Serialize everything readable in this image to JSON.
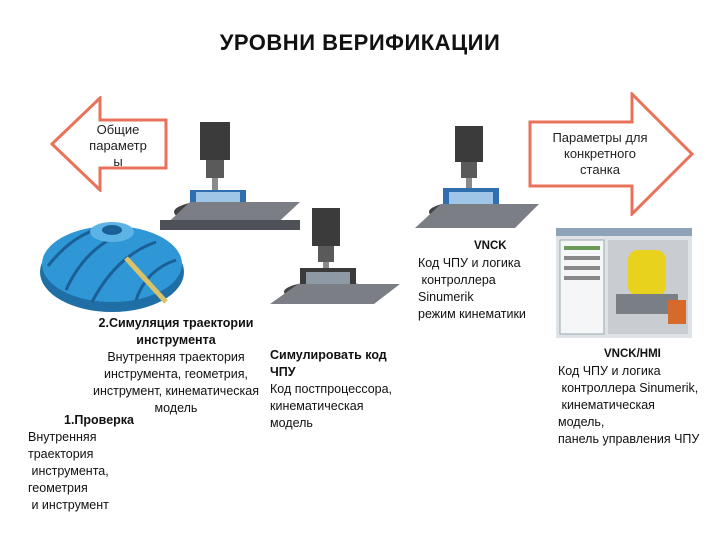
{
  "title": "УРОВНИ ВЕРИФИКАЦИИ",
  "arrows": {
    "left_lines": [
      "Общие",
      "параметр",
      "ы"
    ],
    "right_lines": [
      "Параметры для",
      "конкретного",
      "станка"
    ]
  },
  "level1": {
    "heading": "1.Проверка",
    "lines": [
      "Внутренняя",
      "траектория",
      " инструмента,",
      "геометрия",
      " и инструмент"
    ]
  },
  "level2": {
    "heading_lines": [
      "2.Симуляция траектории",
      "инструмента"
    ],
    "lines": [
      "Внутренняя траектория",
      "инструмента, геометрия,",
      "инструмент, кинематическая",
      "модель"
    ]
  },
  "level3": {
    "heading_lines": [
      "Симулировать код",
      "ЧПУ"
    ],
    "lines": [
      "Код постпроцессора,",
      "кинематическая",
      "модель"
    ]
  },
  "level4": {
    "heading": "VNCK",
    "lines": [
      "Код ЧПУ и логика",
      " контроллера",
      "Sinumerik",
      "режим кинематики"
    ]
  },
  "level5": {
    "heading": "VNCK/HMI",
    "lines": [
      "Код ЧПУ и логика",
      " контроллера Sinumerik,",
      " кинематическая",
      "модель,",
      "панель управления ЧПУ"
    ]
  },
  "colors": {
    "arrow_fill": "#ffffff",
    "arrow_stroke": "#e8735a",
    "impeller": "#2f97d6",
    "machine_dark": "#3b3b3b",
    "hmi_yellow": "#e8d21e"
  }
}
